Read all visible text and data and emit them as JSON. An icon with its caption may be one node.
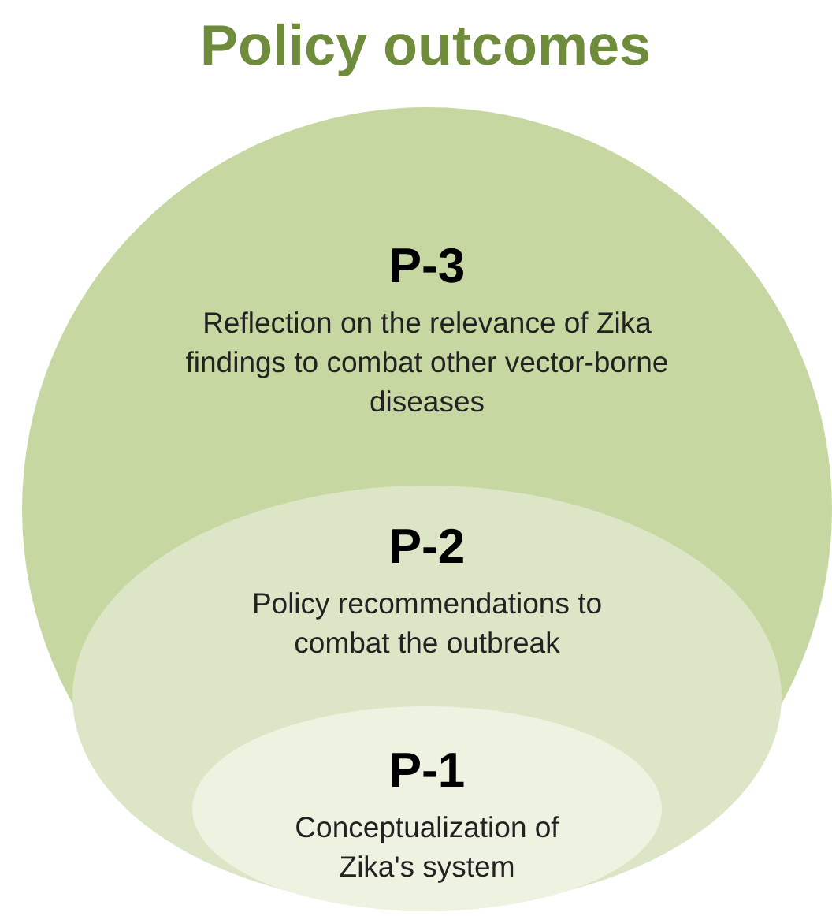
{
  "diagram": {
    "title": "Policy outcomes",
    "nodes": [
      {
        "text": [
          "P-3",
          "Reflection on the relevance of Zika findings to combat other vector-borne diseases"
        ]
      },
      {
        "text": [
          "P-2",
          "Policy recommendations to combat the outbreak"
        ],
        "in": 0
      },
      {
        "text": [
          "P-1",
          "Conceptualization of Zika's system"
        ],
        "in": 1
      }
    ]
  }
}
